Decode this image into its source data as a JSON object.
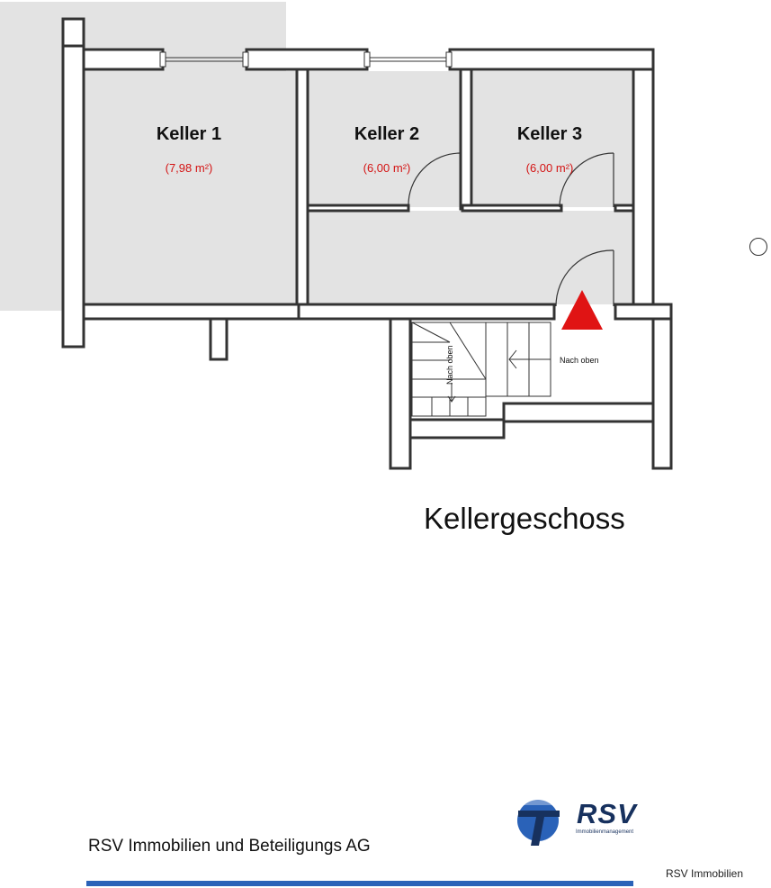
{
  "colors": {
    "wall": "#333333",
    "room_fill": "#e3e3e3",
    "area_text": "#d41414",
    "entrance_marker": "#e01414",
    "brand_blue": "#2a62b8",
    "brand_navy": "#17315e"
  },
  "plan": {
    "rooms": [
      {
        "name": "Keller 1",
        "area": "(7,98 m²)"
      },
      {
        "name": "Keller 2",
        "area": "(6,00 m²)"
      },
      {
        "name": "Keller 3",
        "area": "(6,00 m²)"
      }
    ],
    "stairs": [
      {
        "label": "Nach oben"
      },
      {
        "label": "Nach oben"
      }
    ],
    "floor_title": "Kellergeschoss"
  },
  "footer": {
    "company": "RSV Immobilien und Beteiligungs AG",
    "corner_text": "RSV Immobilien"
  },
  "logo": {
    "brand": "RSV",
    "subtitle": "Immobilienmanagement"
  }
}
